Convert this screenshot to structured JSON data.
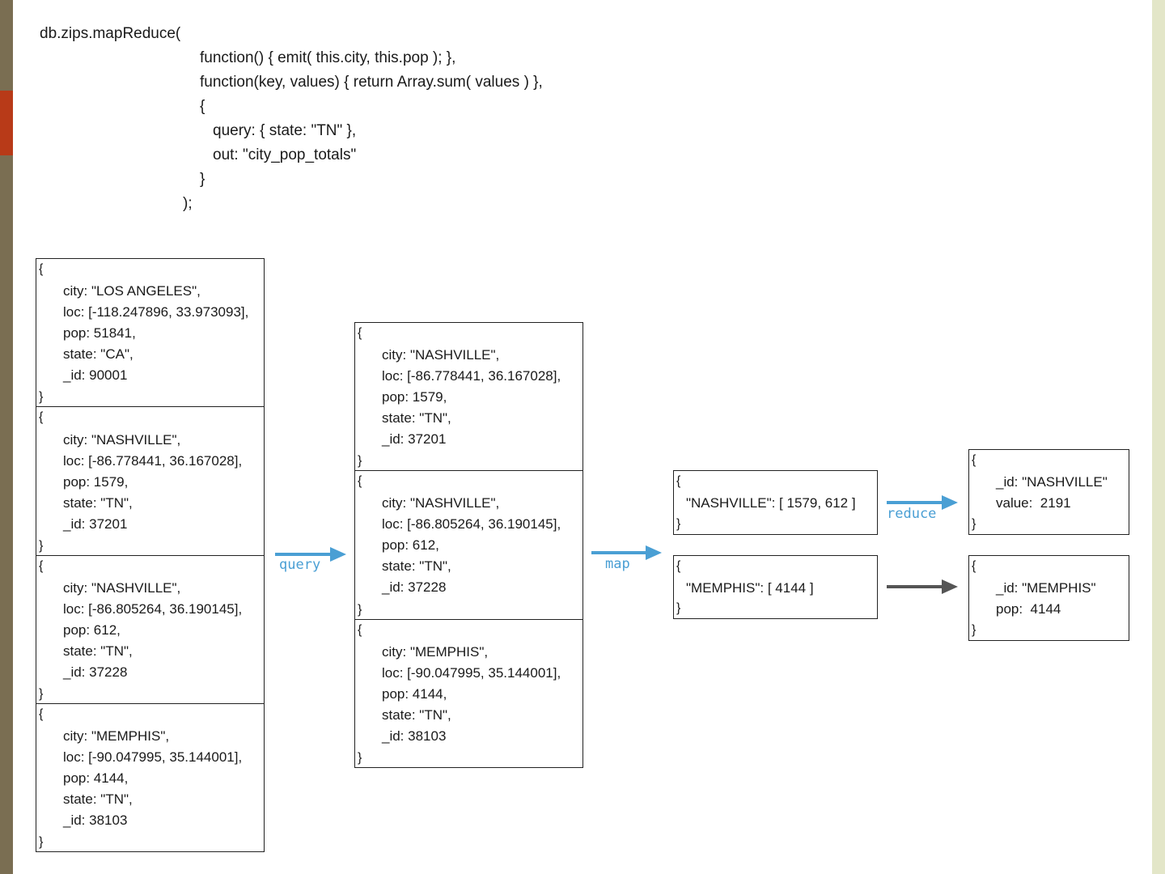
{
  "theme": {
    "left_bar_color": "#7a6e52",
    "left_accent_color": "#b83a18",
    "right_bar_color": "#e3e6c8",
    "arrow_blue": "#4a9fd4",
    "arrow_gray": "#555555"
  },
  "code": {
    "lines": [
      "db.zips.mapReduce(",
      "function() { emit( this.city, this.pop ); },",
      "function(key, values) { return Array.sum( values ) },",
      "{",
      "query: { state: \"TN\" },",
      "out: \"city_pop_totals\"",
      "}",
      ");"
    ]
  },
  "source_docs": [
    [
      "city: \"LOS ANGELES\",",
      "loc: [-118.247896, 33.973093],",
      "pop: 51841,",
      "state: \"CA\",",
      "_id: 90001"
    ],
    [
      "city: \"NASHVILLE\",",
      "loc: [-86.778441, 36.167028],",
      "pop: 1579,",
      "state: \"TN\",",
      "_id: 37201"
    ],
    [
      "city: \"NASHVILLE\",",
      "loc: [-86.805264, 36.190145],",
      "pop: 612,",
      "state: \"TN\",",
      "_id: 37228"
    ],
    [
      "city: \"MEMPHIS\",",
      "loc: [-90.047995, 35.144001],",
      "pop: 4144,",
      "state: \"TN\",",
      "_id: 38103"
    ]
  ],
  "query_docs": [
    [
      "city: \"NASHVILLE\",",
      "loc: [-86.778441, 36.167028],",
      "pop: 1579,",
      "state: \"TN\",",
      "_id: 37201"
    ],
    [
      "city: \"NASHVILLE\",",
      "loc: [-86.805264, 36.190145],",
      "pop: 612,",
      "state: \"TN\",",
      "_id: 37228"
    ],
    [
      "city: \"MEMPHIS\",",
      "loc: [-90.047995, 35.144001],",
      "pop: 4144,",
      "state: \"TN\",",
      "_id: 38103"
    ]
  ],
  "map_docs": [
    [
      "\"NASHVILLE\": [ 1579, 612 ]"
    ],
    [
      "\"MEMPHIS\": [ 4144 ]"
    ]
  ],
  "reduce_docs": [
    [
      "_id: \"NASHVILLE\"",
      "value:  2191"
    ],
    [
      "_id: \"MEMPHIS\"",
      "pop:  4144"
    ]
  ],
  "brace_open": "{",
  "brace_close": "}",
  "labels": {
    "query": "query",
    "map": "map",
    "reduce": "reduce"
  }
}
